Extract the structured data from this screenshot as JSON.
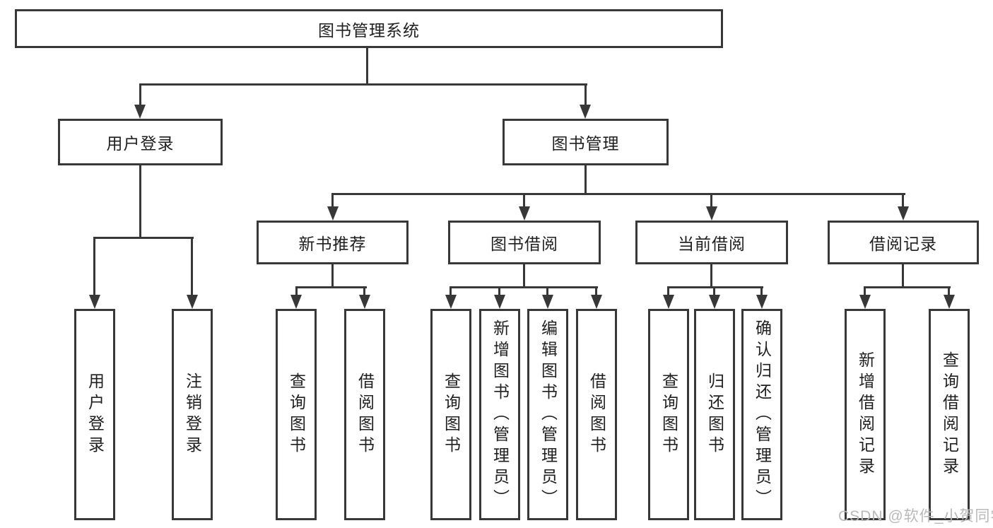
{
  "colors": {
    "line": "#383838",
    "text": "#1f1f1f",
    "watermark": "#b9b9b9",
    "background": "#ffffff"
  },
  "tree": {
    "root": {
      "label": "图书管理系统"
    },
    "children": [
      {
        "label": "用户登录",
        "children": [
          {
            "label": "用户登录"
          },
          {
            "label": "注销登录"
          }
        ]
      },
      {
        "label": "图书管理",
        "children": [
          {
            "label": "新书推荐",
            "children": [
              {
                "label": "查询图书"
              },
              {
                "label": "借阅图书"
              }
            ]
          },
          {
            "label": "图书借阅",
            "children": [
              {
                "label": "查询图书"
              },
              {
                "label": "新增图书（管理员）"
              },
              {
                "label": "编辑图书（管理员）"
              },
              {
                "label": "借阅图书"
              }
            ]
          },
          {
            "label": "当前借阅",
            "children": [
              {
                "label": "查询图书"
              },
              {
                "label": "归还图书"
              },
              {
                "label": "确认归还（管理员）"
              }
            ]
          },
          {
            "label": "借阅记录",
            "children": [
              {
                "label": "新增借阅记录"
              },
              {
                "label": "查询借阅记录"
              }
            ]
          }
        ]
      }
    ]
  },
  "watermark": {
    "text": "CSDN @软件_小贺同学"
  }
}
